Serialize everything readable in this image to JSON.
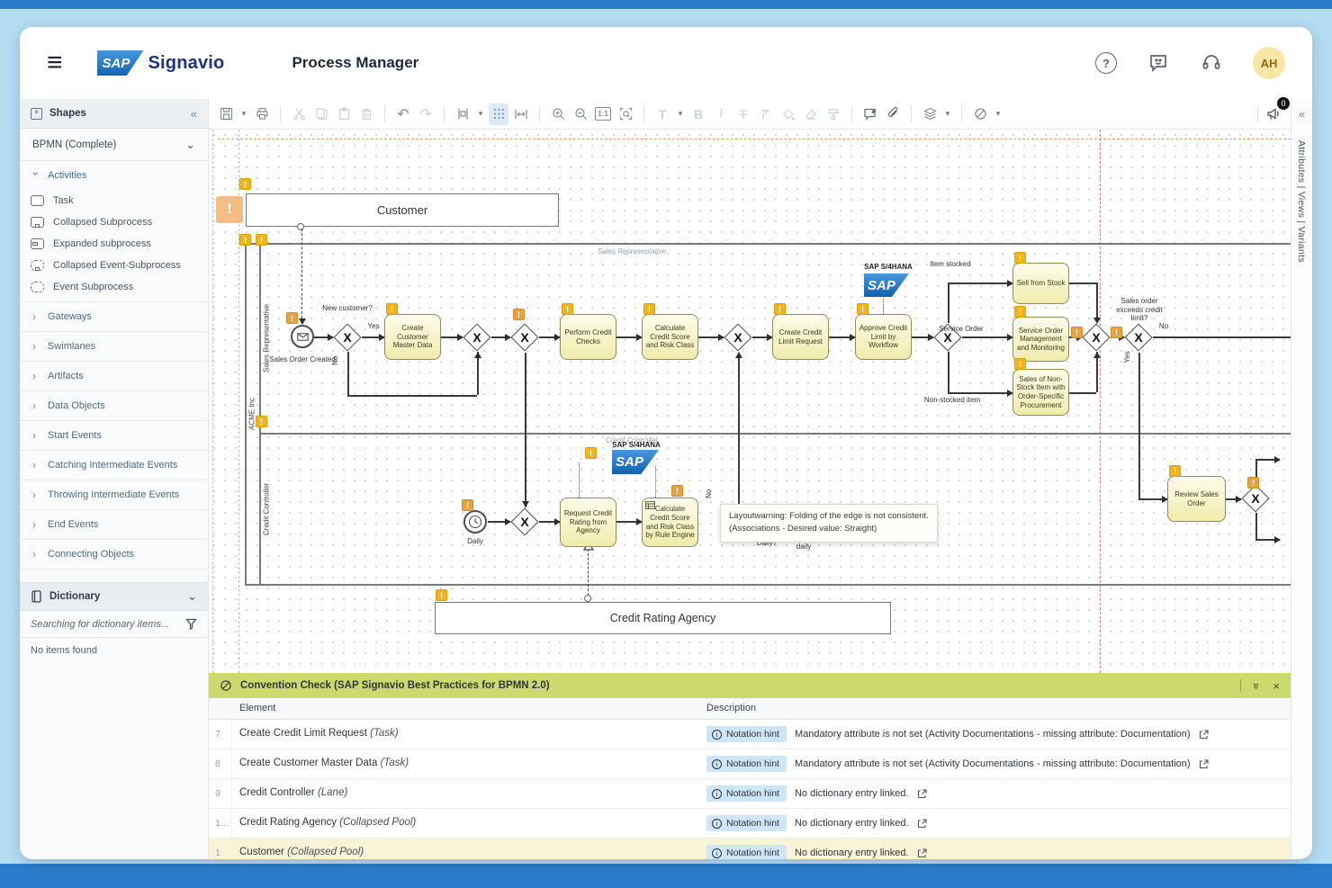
{
  "header": {
    "app_title": "Process Manager",
    "avatar_initials": "AH"
  },
  "brand": {
    "sap": "SAP",
    "name": "Signavio"
  },
  "icons": {
    "hamburger": "≡",
    "collapse_left": "«",
    "chevron_down": "⌄",
    "chevron_right": "›",
    "help": "?",
    "caret": "▾",
    "undo": "↶",
    "redo": "↷",
    "close": "×",
    "collapse_double": "»",
    "warning": "!",
    "gateway_x": "X",
    "bold": "B",
    "italic": "I",
    "strike": "T",
    "font_size": "T"
  },
  "toolbar": {
    "zoom_actual_label": "1:1",
    "notifications_count": "0"
  },
  "sidebar": {
    "shapes_title": "Shapes",
    "palette_select": "BPMN (Complete)",
    "sections": [
      {
        "label": "Activities",
        "items": [
          "Task",
          "Collapsed Subprocess",
          "Expanded subprocess",
          "Collapsed Event-Subprocess",
          "Event Subprocess"
        ]
      },
      {
        "label": "Gateways"
      },
      {
        "label": "Swimlanes"
      },
      {
        "label": "Artifacts"
      },
      {
        "label": "Data Objects"
      },
      {
        "label": "Start Events"
      },
      {
        "label": "Catching Intermediate Events"
      },
      {
        "label": "Throwing Intermediate Events"
      },
      {
        "label": "End Events"
      },
      {
        "label": "Connecting Objects"
      }
    ],
    "dictionary": {
      "title": "Dictionary",
      "search_placeholder": "Searching for dictionary items...",
      "empty_text": "No items found"
    }
  },
  "canvas": {
    "pools": {
      "customer": "Customer",
      "acme": "ACME Inc",
      "credit_rating_agency": "Credit Rating Agency"
    },
    "lanes": {
      "sales_rep": "Sales Representative",
      "credit_controller": "Credit Controller"
    },
    "events": {
      "sales_order_created": "Sales Order Created",
      "daily": "Daily"
    },
    "tasks": [
      "Create Customer Master Data",
      "Perform Credit Checks",
      "Calculate Credit Score and Risk Class",
      "Create Credit Limit Request",
      "Approve Credit Limit by Workflow",
      "Sell from Stock",
      "Service Order Management and Monitoring",
      "Sales of Non-Stock Item with Order-Specific Procurement",
      "Request Credit Rating from Agency",
      "Calculate Credit Score and Risk Class by Rule Engine",
      "Review Sales Order"
    ],
    "labels": {
      "new_customer": "New customer?",
      "yes": "Yes",
      "no": "No",
      "item_stocked": "Item stocked",
      "service_order": "Service Order",
      "non_stocked_item": "Non-stocked item",
      "exceeds_credit": "Sales order exceeds credit limit?",
      "daily_q": "Daily?",
      "end_daily": "End daily",
      "sap_s4hana": "SAP S/4HANA"
    },
    "tooltip": {
      "line1": "Layoutwarning: Folding of the edge is not consistent.",
      "line2": "(Associations - Desired value: Straight)"
    }
  },
  "convention_panel": {
    "title": "Convention Check (SAP Signavio Best Practices for BPMN 2.0)",
    "columns": {
      "element": "Element",
      "description": "Description"
    },
    "badge_label": "Notation hint",
    "rows": [
      {
        "num": "7",
        "element": "Create Credit Limit Request",
        "type": "(Task)",
        "description": "Mandatory attribute is not set (Activity Documentations - missing attribute: Documentation)"
      },
      {
        "num": "8",
        "element": "Create Customer Master Data",
        "type": "(Task)",
        "description": "Mandatory attribute is not set (Activity Documentations - missing attribute: Documentation)"
      },
      {
        "num": "9",
        "element": "Credit Controller",
        "type": "(Lane)",
        "description": "No dictionary entry linked."
      },
      {
        "num": "1...",
        "element": "Credit Rating Agency",
        "type": "(Collapsed Pool)",
        "description": "No dictionary entry linked."
      },
      {
        "num": "1",
        "element": "Customer",
        "type": "(Collapsed Pool)",
        "description": "No dictionary entry linked."
      }
    ]
  },
  "right_rail": {
    "label": "Attributes | Views | Variants"
  }
}
